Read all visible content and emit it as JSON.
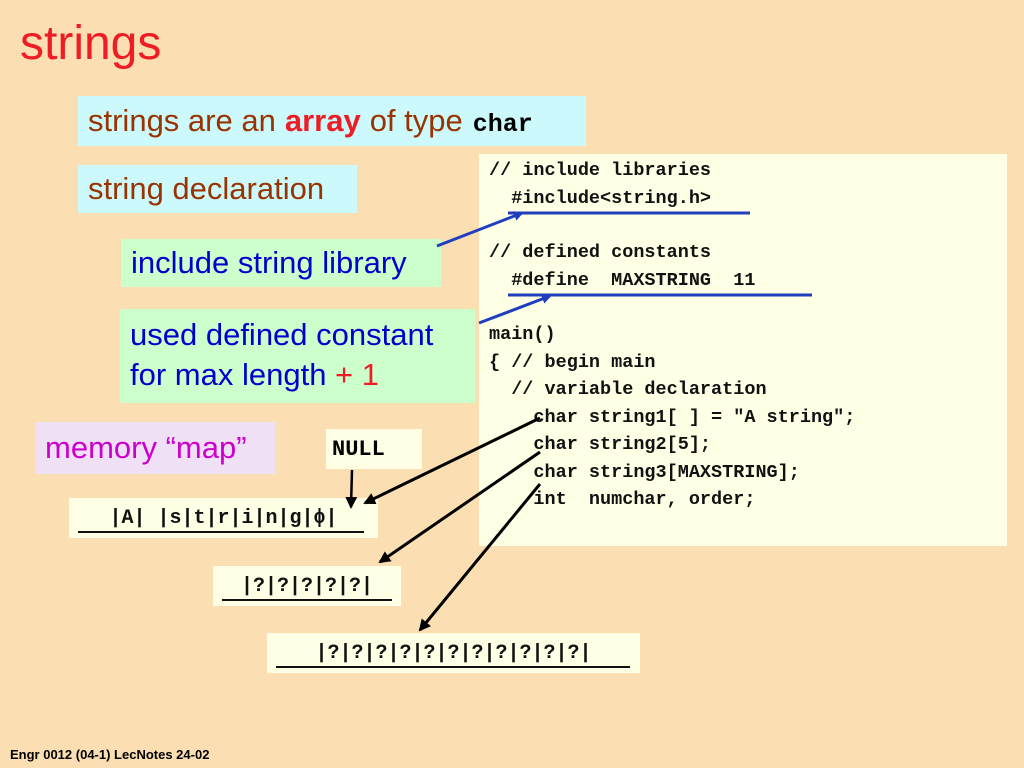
{
  "slide": {
    "title": "strings",
    "footer": "Engr 0012 (04-1) LecNotes 24-02"
  },
  "callouts": {
    "array_pre": "strings are an",
    "array_bold": "array",
    "array_mid": "of type",
    "array_code": "char",
    "declaration": "string declaration",
    "include_library": "include string library",
    "define_line1": "used defined constant",
    "define_line2a": "for max length ",
    "define_line2b": "+ 1",
    "memory_map": "memory “map”",
    "null_label": "NULL"
  },
  "code": {
    "lines": [
      "// include libraries",
      "  #include<string.h>",
      "",
      "// defined constants",
      "  #define  MAXSTRING  11",
      "",
      "main()",
      "{ // begin main",
      "  // variable declaration",
      "    char string1[ ] = \"A string\";",
      "    char string2[5];",
      "    char string3[MAXSTRING];",
      "    int  numchar, order;"
    ]
  },
  "memory": {
    "string1": "|A| |s|t|r|i|n|g|ϕ|",
    "string2": "|?|?|?|?|?|",
    "string3": "|?|?|?|?|?|?|?|?|?|?|?|"
  },
  "colors": {
    "background": "#fbdfb2",
    "title": "#ee1c25",
    "arrow_blue": "#1f3fbf",
    "arrow_black": "#000000"
  }
}
